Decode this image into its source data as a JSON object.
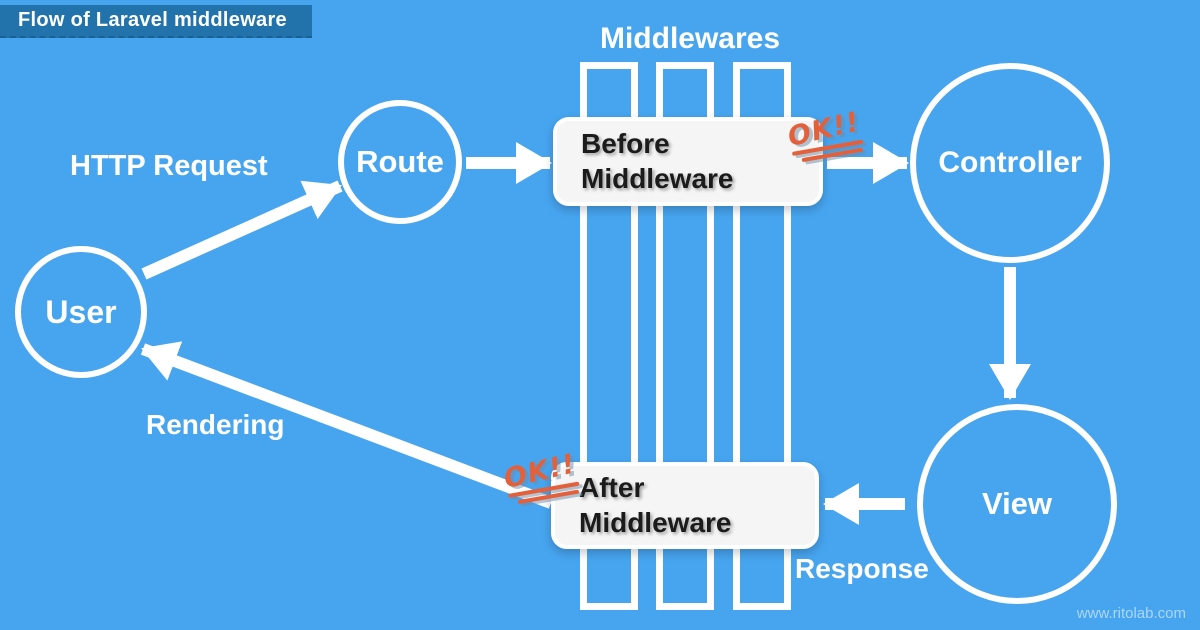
{
  "title_badge": {
    "label": "Flow of Laravel middleware"
  },
  "colors": {
    "background": "#47a5f0",
    "badge": "#2273ac",
    "shape_stroke": "#ffffff",
    "box_fill": "#f5f5f5",
    "box_text": "#1b1b1b",
    "ok_orange": "#e4603a",
    "watermark": "rgba(255,255,255,0.55)"
  },
  "diagram": {
    "middlewares_label": "Middlewares",
    "nodes": {
      "user": {
        "label": "User"
      },
      "route": {
        "label": "Route"
      },
      "controller": {
        "label": "Controller"
      },
      "view": {
        "label": "View"
      },
      "before_middleware": {
        "line1": "Before",
        "line2": "Middleware"
      },
      "after_middleware": {
        "line1": "After",
        "line2": "Middleware"
      }
    },
    "edge_labels": {
      "http_request": "HTTP Request",
      "rendering": "Rendering",
      "response": "Response"
    },
    "annotations": {
      "ok_before": "OK!!",
      "ok_after": "OK!!"
    }
  },
  "footer": {
    "watermark": "www.ritolab.com"
  }
}
